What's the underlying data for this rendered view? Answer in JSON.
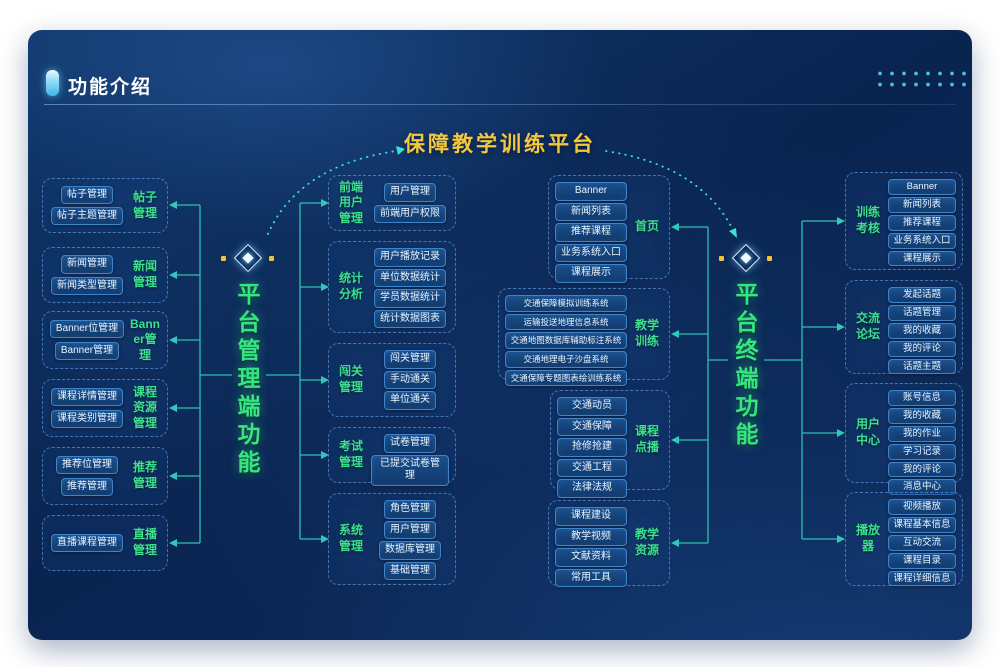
{
  "header": {
    "title": "功能介绍"
  },
  "center_title": "保障教学训练平台",
  "branches": {
    "left": "平台管理端功能",
    "right": "平台终端功能"
  },
  "left_outer_groups": [
    {
      "label": "帖子管理",
      "items": [
        "帖子管理",
        "帖子主题管理"
      ]
    },
    {
      "label": "新闻管理",
      "items": [
        "新闻管理",
        "新闻类型管理"
      ]
    },
    {
      "label": "Banner管理",
      "items": [
        "Banner位管理",
        "Banner管理"
      ]
    },
    {
      "label": "课程资源管理",
      "items": [
        "课程详情管理",
        "课程类别管理"
      ]
    },
    {
      "label": "推荐管理",
      "items": [
        "推荐位管理",
        "推荐管理"
      ]
    },
    {
      "label": "直播管理",
      "items": [
        "直播课程管理"
      ]
    }
  ],
  "left_inner_groups": [
    {
      "label": "前端用户管理",
      "items": [
        "用户管理",
        "前端用户权限"
      ]
    },
    {
      "label": "统计分析",
      "items": [
        "用户播放记录",
        "单位数据统计",
        "学员数据统计",
        "统计数据图表"
      ]
    },
    {
      "label": "闯关管理",
      "items": [
        "闯关管理",
        "手动通关",
        "单位通关"
      ]
    },
    {
      "label": "考试管理",
      "items": [
        "试卷管理",
        "已提交试卷管理"
      ]
    },
    {
      "label": "系统管理",
      "items": [
        "角色管理",
        "用户管理",
        "数据库管理",
        "基础管理"
      ]
    }
  ],
  "right_inner_groups": [
    {
      "label": "首页",
      "items": [
        "Banner",
        "新闻列表",
        "推荐课程",
        "业务系统入口",
        "课程展示"
      ]
    },
    {
      "label": "教学训练",
      "items": [
        "交通保障模拟训练系统",
        "运输投送地理信息系统",
        "交通地图数据库辅助标注系统",
        "交通地理电子沙盘系统",
        "交通保障专题图表绘训练系统"
      ]
    },
    {
      "label": "课程点播",
      "items": [
        "交通动员",
        "交通保障",
        "抢修抢建",
        "交通工程",
        "法律法规"
      ]
    },
    {
      "label": "教学资源",
      "items": [
        "课程建设",
        "教学视频",
        "文献资料",
        "常用工具"
      ]
    }
  ],
  "right_outer_groups": [
    {
      "label": "训练考核",
      "items": [
        "Banner",
        "新闻列表",
        "推荐课程",
        "业务系统入口",
        "课程展示"
      ]
    },
    {
      "label": "交流论坛",
      "items": [
        "发起话题",
        "话题管理",
        "我的收藏",
        "我的评论",
        "话题主题"
      ]
    },
    {
      "label": "用户中心",
      "items": [
        "账号信息",
        "我的收藏",
        "我的作业",
        "学习记录",
        "我的评论",
        "消息中心"
      ]
    },
    {
      "label": "播放器",
      "items": [
        "视频播放",
        "课程基本信息",
        "互动交流",
        "课程目录",
        "课程详细信息"
      ]
    }
  ],
  "colors": {
    "background_navy": "#0b2a55",
    "title_yellow": "#f3c83e",
    "label_green": "#3ce08d",
    "connector_teal": "#2fc8b9",
    "box_border_blue": "#3f84c8"
  }
}
